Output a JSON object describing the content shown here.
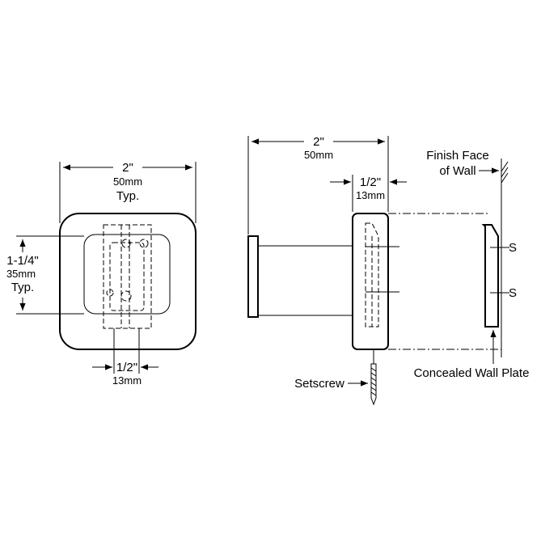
{
  "front_view": {
    "width_in": "2\"",
    "width_mm": "50mm",
    "width_typ": "Typ.",
    "height_in": "1-1/4\"",
    "height_mm": "35mm",
    "height_typ": "Typ.",
    "offset_in": "1/2\"",
    "offset_mm": "13mm"
  },
  "side_view": {
    "depth_in": "2\"",
    "depth_mm": "50mm",
    "plate_in": "1/2\"",
    "plate_mm": "13mm",
    "finish_face_line1": "Finish Face",
    "finish_face_line2": "of Wall",
    "setscrew": "Setscrew",
    "concealed_plate": "Concealed Wall Plate",
    "s_top": "S",
    "s_bottom": "S"
  }
}
